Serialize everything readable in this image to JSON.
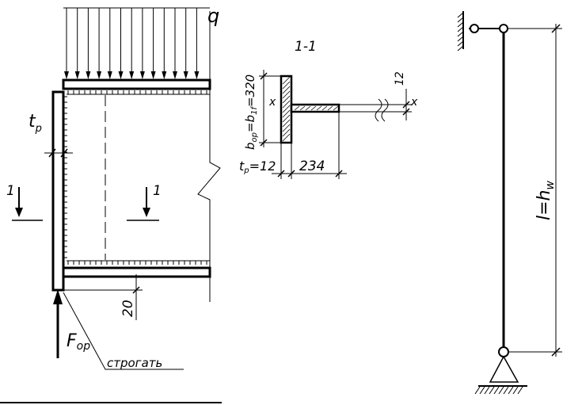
{
  "labels": {
    "load": "q",
    "section_title": "1-1",
    "section_left": "1",
    "section_right": "1",
    "thickness": "t",
    "thickness_sub": "p",
    "force": "F",
    "force_sub": "op",
    "planing_note": "строгать",
    "offset_dim": "20",
    "dim_width": "b",
    "dim_width_sub1": "op",
    "dim_width_eq": "=b",
    "dim_width_sub2": "1f",
    "dim_width_val": "=320",
    "dim_thick": "t",
    "dim_thick_sub": "p",
    "dim_thick_val": "=12",
    "dim_length": "234",
    "dim_web": "12",
    "axis_left": "x",
    "axis_right": "x",
    "column_len": "l=h",
    "column_len_sub": "w"
  }
}
